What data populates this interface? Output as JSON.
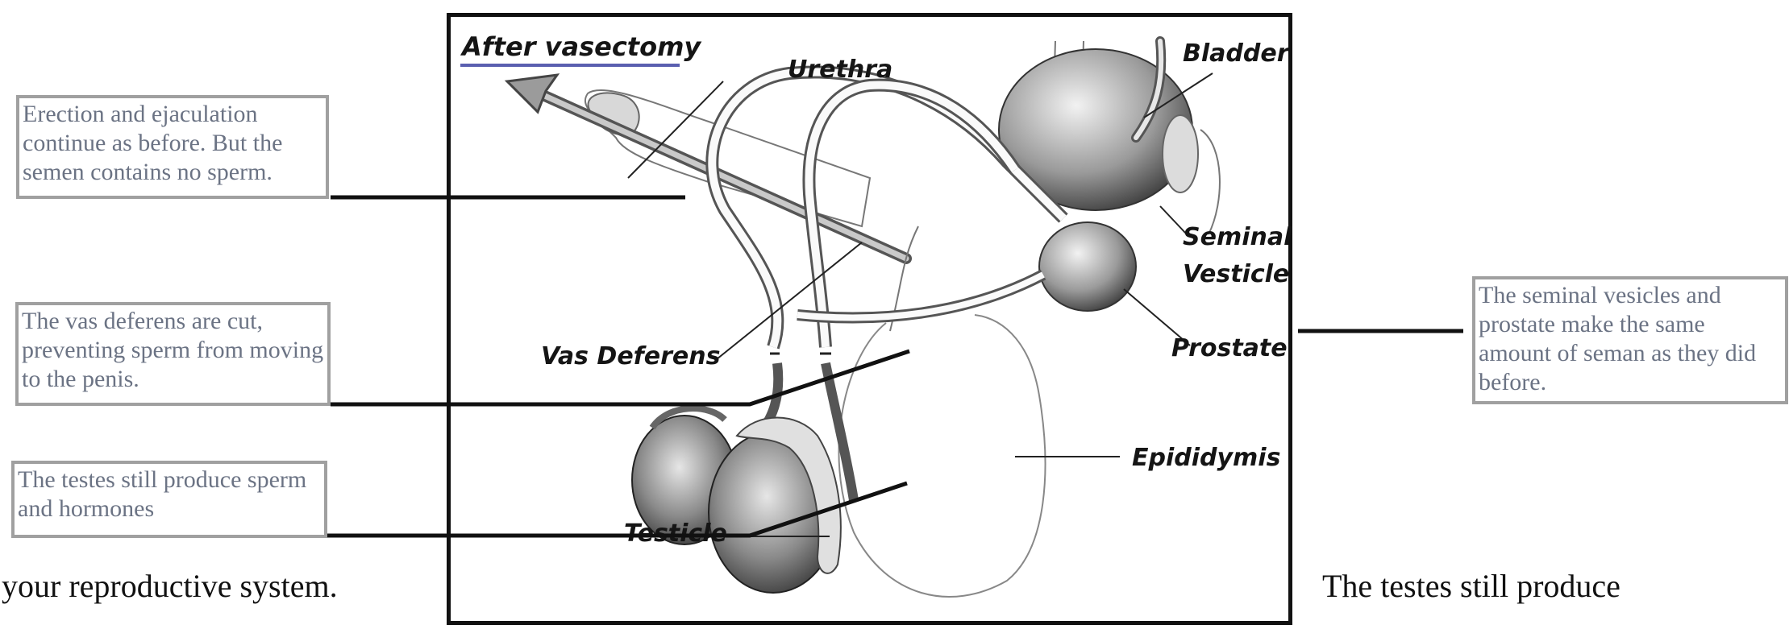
{
  "diagram": {
    "title": "After vasectomy",
    "labels": {
      "urethra": "Urethra",
      "bladder": "Bladder",
      "seminal_vesicle_1": "Seminal",
      "seminal_vesicle_2": "Vesticle",
      "prostate": "Prostate",
      "vas_deferens": "Vas Deferens",
      "epididymis": "Epididymis",
      "testicle": "Testicle"
    }
  },
  "callouts": {
    "ejaculation": "Erection and ejaculation continue as before. But the semen contains no sperm.",
    "vas_cut": "The vas deferens are cut, preventing sperm from moving to the penis.",
    "testes": "The testes still produce sperm and hormones",
    "seminal": "The seminal vesicles and prostate make the same amount of seman as they did before."
  },
  "background_text": {
    "left": "your reproductive system.",
    "right": "The testes still produce"
  },
  "colors": {
    "callout_text": "#6b7384",
    "callout_border": "#a0a0a0",
    "title_underline": "#5a5fb0"
  }
}
